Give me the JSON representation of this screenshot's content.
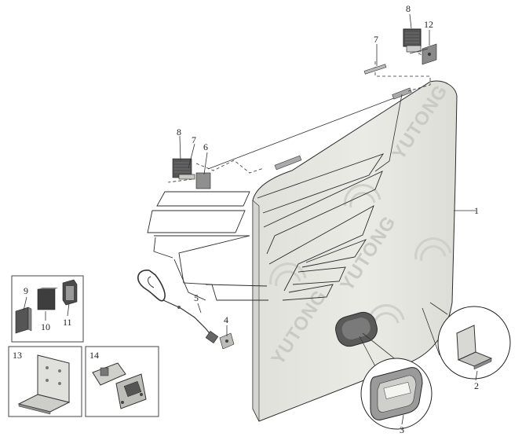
{
  "callouts": {
    "c1": "1",
    "c2": "2",
    "c3": "3",
    "c4": "4",
    "c5": "5",
    "c6": "6",
    "c7a": "7",
    "c7b": "7",
    "c8a": "8",
    "c8b": "8",
    "c9": "9",
    "c10": "10",
    "c11": "11",
    "c12": "12",
    "c13": "13",
    "c14": "14"
  },
  "watermark": {
    "brand_text": "YUTONG"
  },
  "colors": {
    "panel_fill": "#e9eae4",
    "panel_stroke": "#2c2c2c",
    "part_dark": "#4a4a4a",
    "part_mid": "#9a9a9a",
    "part_light": "#d6d6d2",
    "watermark": "#c9cac3"
  }
}
